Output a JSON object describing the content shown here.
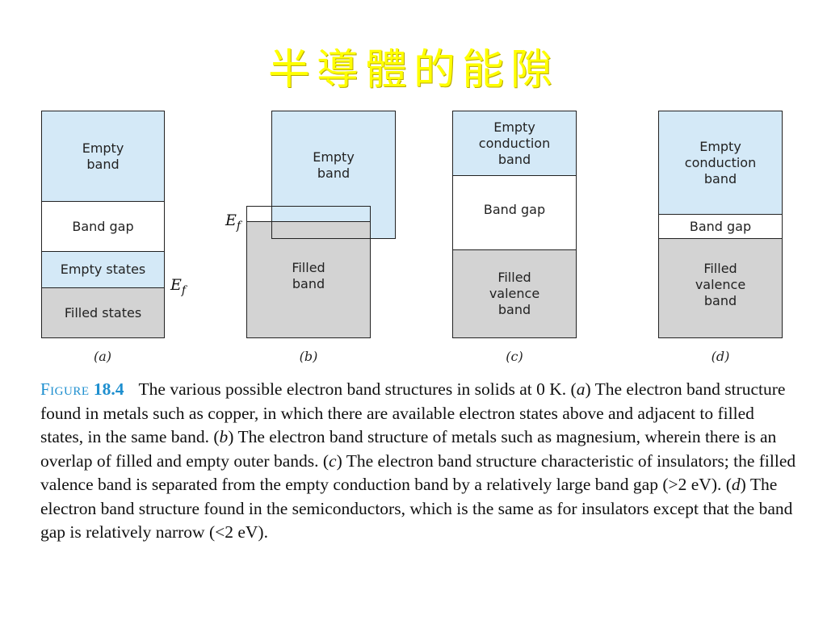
{
  "title": "半導體的能隙",
  "colors": {
    "title": "#ffff00",
    "empty": "#d4e9f7",
    "filled": "#d3d3d3",
    "gap": "#ffffff",
    "accent": "#1e8fcf"
  },
  "panels": [
    {
      "label": "(a)",
      "empty_band": "Empty\nband",
      "band_gap": "Band gap",
      "empty_states": "Empty states",
      "filled_states": "Filled states",
      "fermi_level": "E",
      "fermi_sub": "f"
    },
    {
      "label": "(b)",
      "empty_band": "Empty\nband",
      "filled_band": "Filled\nband",
      "fermi_level": "E",
      "fermi_sub": "f"
    },
    {
      "label": "(c)",
      "empty_band": "Empty\nconduction\nband",
      "band_gap": "Band gap",
      "filled_band": "Filled\nvalence\nband"
    },
    {
      "label": "(d)",
      "empty_band": "Empty\nconduction\nband",
      "band_gap": "Band gap",
      "filled_band": "Filled\nvalence\nband"
    }
  ],
  "caption": {
    "figure_label": "Figure",
    "figure_number": "18.4",
    "intro": "The various possible electron band structures in solids at 0 K.",
    "part_a_label": "a",
    "part_a": " The electron band structure found in metals such as copper, in which there are available electron states above and adjacent to filled states, in the same band.",
    "part_b_label": "b",
    "part_b": " The electron band structure of metals such as magnesium, wherein there is an overlap of filled and empty outer bands.",
    "part_c_label": "c",
    "part_c": " The electron band structure characteristic of insulators; the filled valence band is separated from the empty conduction band by a relatively large band gap (>2 eV).",
    "part_d_label": "d",
    "part_d": " The electron band structure found in the semiconductors, which is the same as for insulators except that the band gap is relatively narrow (<2 eV)."
  }
}
